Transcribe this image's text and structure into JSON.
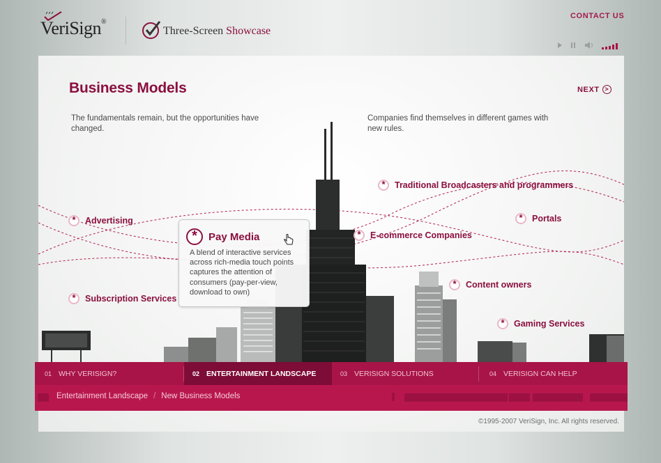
{
  "header": {
    "logo_text": "VeriSign",
    "logo_reg": "®",
    "showcase_a": "Three-Screen ",
    "showcase_b": "Showcase",
    "contact_label": "CONTACT US"
  },
  "page": {
    "title": "Business Models",
    "next_label": "NEXT",
    "intro_left": "The fundamentals remain, but the opportunities have changed.",
    "intro_right": "Companies find themselves in different games with new rules."
  },
  "models": [
    {
      "label": "Advertising"
    },
    {
      "label": "Subscription Services"
    },
    {
      "label": "Traditional Broadcasters and programmers"
    },
    {
      "label": "E-commerce Companies"
    },
    {
      "label": "Portals"
    },
    {
      "label": "Content owners"
    },
    {
      "label": "Gaming Services"
    }
  ],
  "popup": {
    "title": "Pay Media",
    "body": "A blend of interactive services across rich-media touch points captures the attention of consumers (pay-per-view, download to own)"
  },
  "nav": {
    "tabs": [
      {
        "num": "01",
        "label": "WHY VERISIGN?"
      },
      {
        "num": "02",
        "label": "ENTERTAINMENT LANDSCAPE"
      },
      {
        "num": "03",
        "label": "VERISIGN SOLUTIONS"
      },
      {
        "num": "04",
        "label": "VERISIGN CAN HELP"
      }
    ],
    "breadcrumb": [
      "Entertainment Landscape",
      "/",
      "New Business Models"
    ]
  },
  "footer": {
    "copyright": "©1995-2007 VeriSign, Inc. All rights reserved."
  },
  "icons": {
    "play": "play-icon",
    "pause": "pause-icon",
    "volume": "volume-icon",
    "model_badge": "asterisk-circle-icon",
    "next": "chevron-circle-icon",
    "cursor": "hand-cursor-icon"
  },
  "colors": {
    "accent": "#8b0f3f",
    "navbar": "#a81447",
    "navbar_active": "#7d0c36"
  }
}
